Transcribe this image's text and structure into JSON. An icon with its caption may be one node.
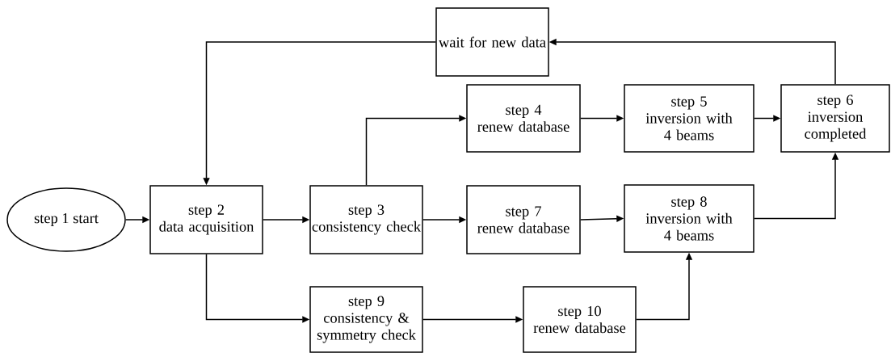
{
  "diagram": {
    "nodes": [
      {
        "text": [
          "wait for new data"
        ]
      },
      {
        "text": [
          "step 4",
          "renew database"
        ]
      },
      {
        "text": [
          "step 5",
          "inversion with 4 beams"
        ]
      },
      {
        "text": [
          "step 6",
          "inversion completed"
        ]
      },
      {
        "text": [
          "step 1 start"
        ]
      },
      {
        "text": [
          "step 2",
          "data acquisition"
        ]
      },
      {
        "text": [
          "step 3",
          "consistency check"
        ]
      },
      {
        "text": [
          "step 7",
          "renew database"
        ]
      },
      {
        "text": [
          "step 8",
          "inversion with 4 beams"
        ]
      },
      {
        "text": [
          "step 9",
          "consistency & symmetry check"
        ]
      },
      {
        "text": [
          "step 10",
          "renew database"
        ]
      }
    ],
    "edges": [
      {
        "from": 4,
        "to": 5,
        "arrow": "to"
      },
      {
        "from": 5,
        "to": 6,
        "arrow": "to"
      },
      {
        "from": 6,
        "to": 1,
        "arrow": "to"
      },
      {
        "from": 1,
        "to": 2,
        "arrow": "to"
      },
      {
        "from": 2,
        "to": 3,
        "arrow": "to"
      },
      {
        "from": 3,
        "to": 0,
        "arrow": "to"
      },
      {
        "from": 0,
        "to": 5,
        "arrow": "to"
      },
      {
        "from": 6,
        "to": 7,
        "arrow": "to"
      },
      {
        "from": 7,
        "to": 8,
        "arrow": "to"
      },
      {
        "from": 8,
        "to": 3,
        "arrow": "to"
      },
      {
        "from": 5,
        "to": 9,
        "arrow": "to"
      },
      {
        "from": 9,
        "to": 10,
        "arrow": "to"
      },
      {
        "from": 10,
        "to": 8,
        "arrow": "to"
      }
    ]
  }
}
